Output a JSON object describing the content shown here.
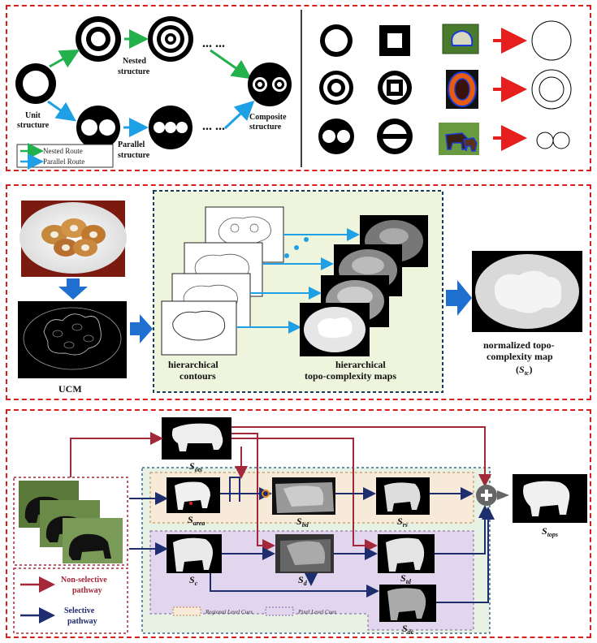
{
  "panel1": {
    "unit_label": [
      "Unit",
      "structure"
    ],
    "nested_label": [
      "Nested",
      "structure"
    ],
    "parallel_label": [
      "Parallel",
      "structure"
    ],
    "composite_label": [
      "Composite",
      "structure"
    ],
    "ellipsis": "... ...",
    "legend": {
      "nested_route": "Nested Route",
      "parallel_route": "Parallel Route"
    },
    "colors": {
      "nested_arrow": "#22b14c",
      "parallel_arrow": "#1ea0e6",
      "example_arrow": "#e61e1e"
    }
  },
  "panel2": {
    "ucm_label": "UCM",
    "contours_label": [
      "hierarchical",
      "contours"
    ],
    "maps_label": [
      "hierarchical",
      "topo-complexity maps"
    ],
    "normalized_label": [
      "normalized topo-",
      "complexity map"
    ],
    "normalized_symbol": {
      "base": "S",
      "sub": "tc"
    },
    "colors": {
      "box_bg": "#eef5dc",
      "box_border": "#1d3a5c",
      "arrow": "#1f6fd0"
    }
  },
  "panel3": {
    "nodes": {
      "ots": {
        "base": "S",
        "sub": "ots"
      },
      "area": {
        "base": "S",
        "sub": "area"
      },
      "bd": {
        "base": "S",
        "sub": "bd"
      },
      "rs": {
        "base": "S",
        "sub": "rs"
      },
      "c": {
        "base": "S",
        "sub": "c"
      },
      "d": {
        "base": "S",
        "sub": "d"
      },
      "td": {
        "base": "S",
        "sub": "td"
      },
      "dc": {
        "base": "S",
        "sub": "dc"
      },
      "tops": {
        "base": "S",
        "sub": "tops"
      }
    },
    "legend": {
      "non_selective": [
        "Non-selective",
        "pathway"
      ],
      "selective": [
        "Selective",
        "pathway"
      ],
      "regional": "Regional Level Cues",
      "pixel": "Pixel Level Cues"
    },
    "colors": {
      "non_selective": "#a3283a",
      "selective": "#1e2d6e",
      "regional_bg": "#f7ead8",
      "pixel_bg": "#e2d6ee",
      "outer_bg": "#e8f2e4"
    }
  }
}
